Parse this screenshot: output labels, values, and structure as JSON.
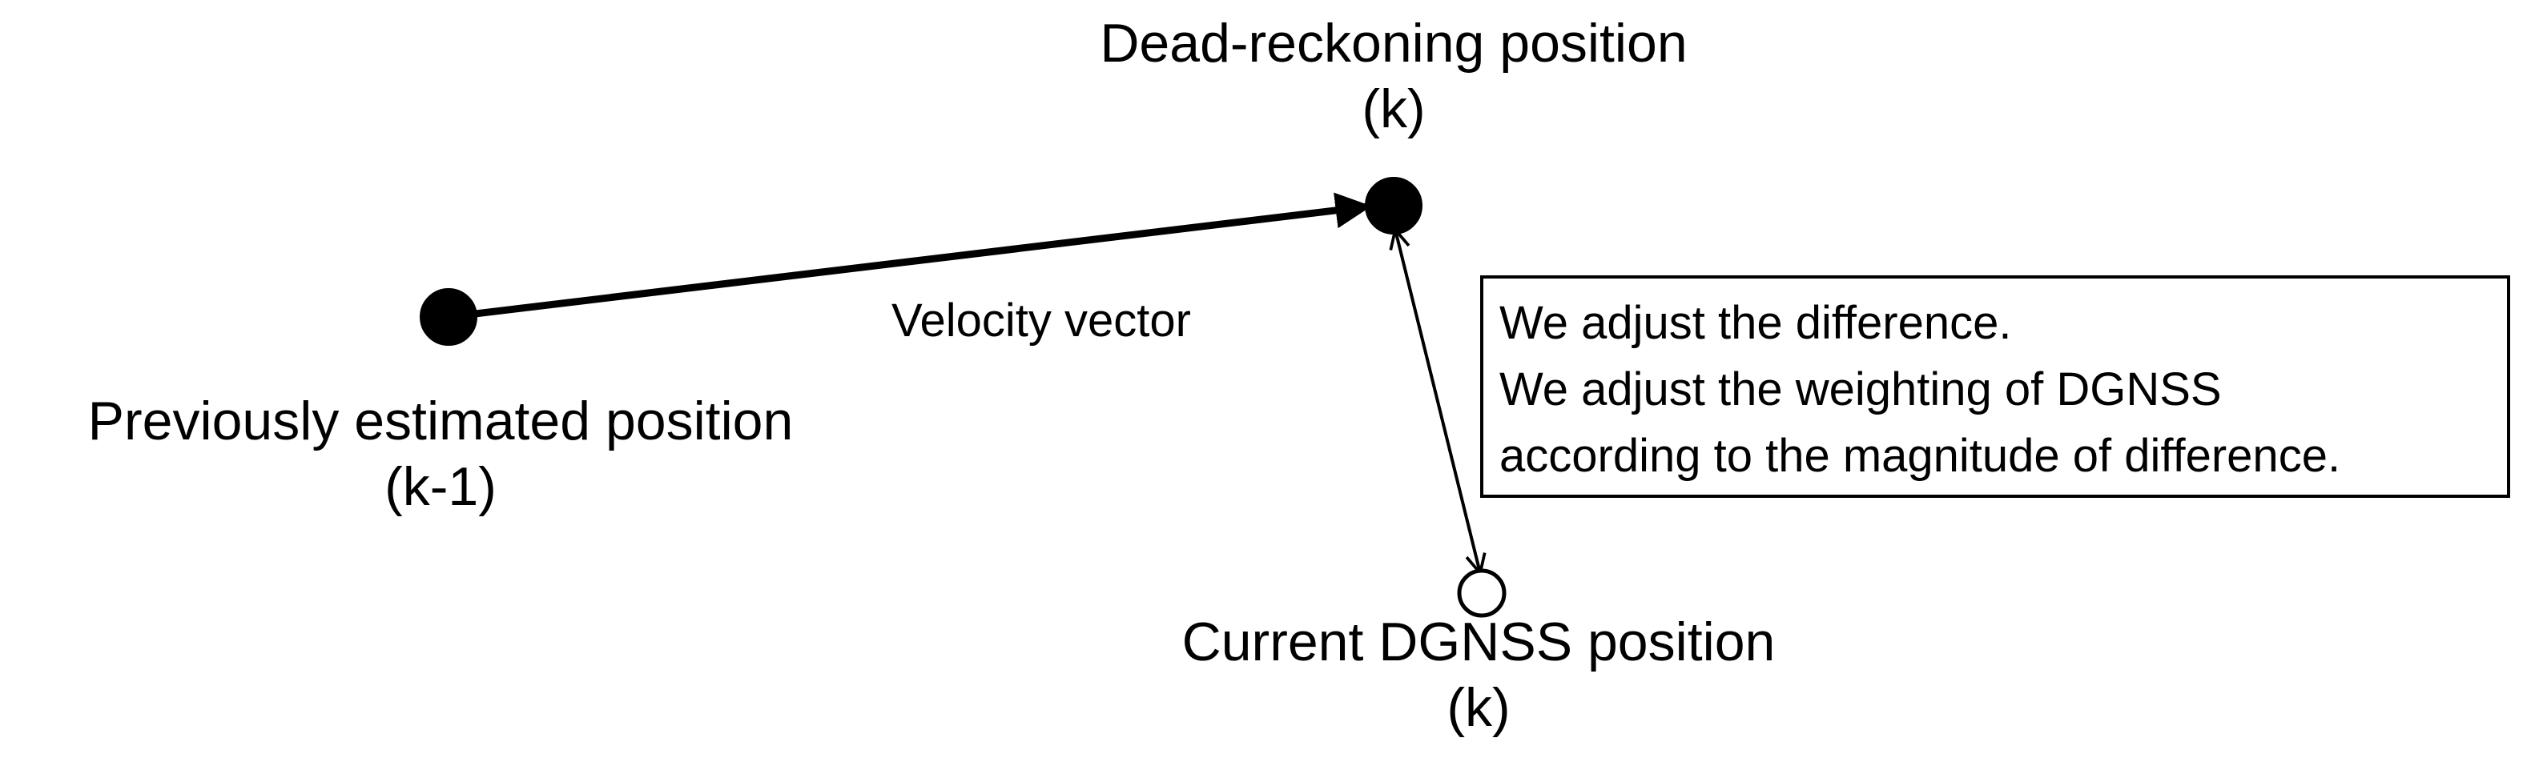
{
  "nodes": {
    "previous": {
      "title": "Previously estimated position",
      "index": "(k-1)",
      "fill": "#000000"
    },
    "dead_reckoning": {
      "title": "Dead-reckoning position",
      "index": "(k)",
      "fill": "#000000"
    },
    "dgnss": {
      "title": "Current DGNSS position",
      "index": "(k)",
      "fill": "#ffffff"
    }
  },
  "edges": {
    "velocity": {
      "label": "Velocity vector"
    }
  },
  "note": {
    "lines": [
      "We adjust the difference.",
      "We adjust the weighting of DGNSS",
      "according to the magnitude of difference."
    ]
  },
  "colors": {
    "stroke": "#000000",
    "background": "#ffffff"
  }
}
